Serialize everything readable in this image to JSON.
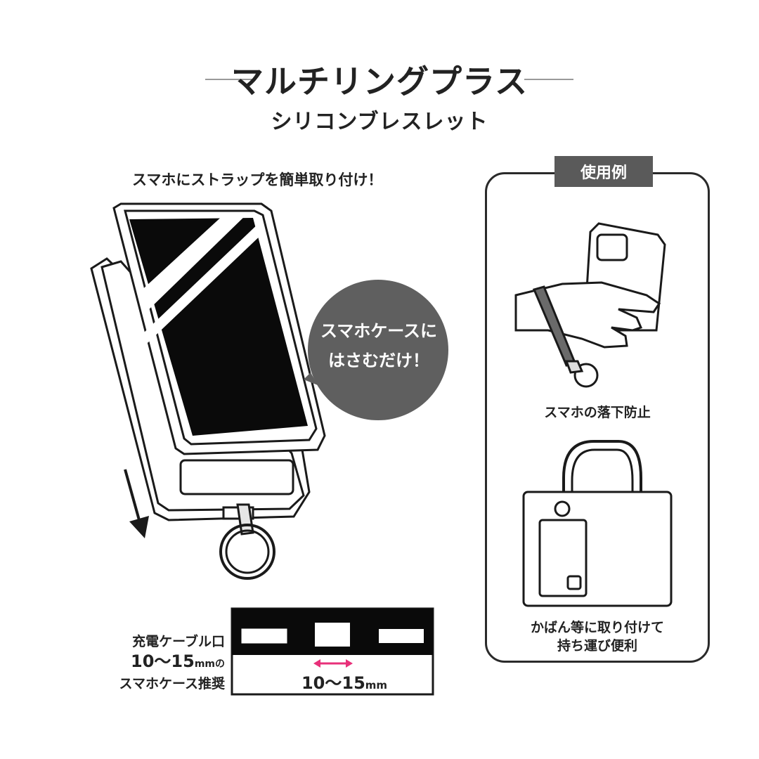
{
  "header": {
    "title": "マルチリングプラス",
    "subtitle": "シリコンブレスレット"
  },
  "left": {
    "lead": "スマホにストラップを簡単取り付け！",
    "bubble_line1": "スマホケースに",
    "bubble_line2": "はさむだけ！",
    "note_line1": "充電ケーブル口",
    "note_line2_value": "10〜15",
    "note_line2_unit": "mm",
    "note_line2_suffix": "の",
    "note_line3": "スマホケース推奨",
    "measure_value": "10〜15",
    "measure_unit": "mm"
  },
  "usage": {
    "tag": "使用例",
    "example1_caption": "スマホの落下防止",
    "example2_caption_line1": "かばん等に取り付けて",
    "example2_caption_line2": "持ち運び便利"
  },
  "colors": {
    "ink": "#1a1a1a",
    "bubble": "#5f5f5f",
    "tag": "#5a5a5a",
    "accent_arrow": "#e8307a",
    "strap": "#6a6a6a"
  }
}
